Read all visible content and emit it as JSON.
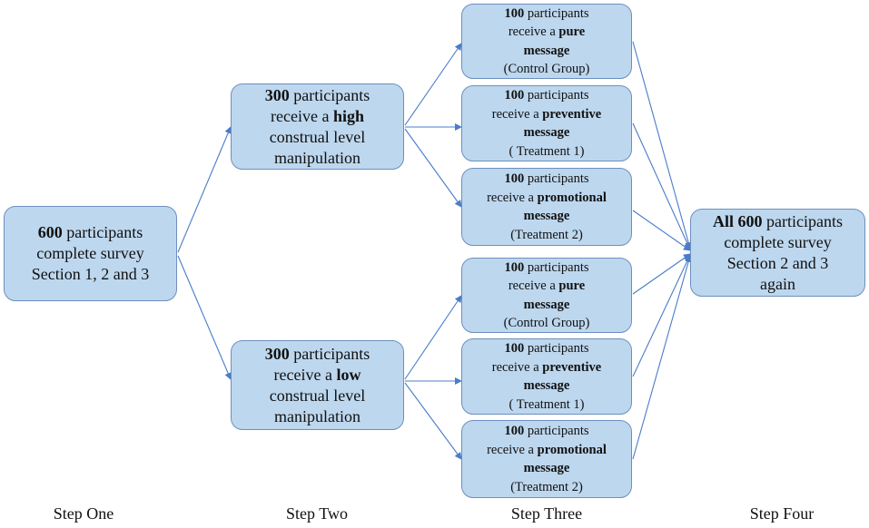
{
  "colors": {
    "box_fill": "#bdd7ee",
    "box_border": "#6d8fbf",
    "arrow": "#4a7cc9"
  },
  "step_one_box": {
    "count": "600",
    "line1_rest": " participants",
    "line2": "complete survey",
    "line3": "Section 1, 2 and 3"
  },
  "high_box": {
    "count": "300",
    "line1_rest": " participants",
    "line2_pre": "receive a ",
    "level": "high",
    "line3": "construal level",
    "line4": "manipulation"
  },
  "low_box": {
    "count": "300",
    "line1_rest": " participants",
    "line2_pre": "receive a ",
    "level": "low",
    "line3": "construal level",
    "line4": "manipulation"
  },
  "upper_groups": [
    {
      "count": "100",
      "rest": " participants",
      "pre": "receive a ",
      "kind": "pure",
      "word": "message",
      "group": "(Control Group)"
    },
    {
      "count": "100",
      "rest": " participants",
      "pre": "receive a ",
      "kind": "preventive",
      "word": "message",
      "group": "( Treatment 1)"
    },
    {
      "count": "100",
      "rest": " participants",
      "pre": "receive a ",
      "kind": "promotional",
      "word": "message",
      "group": "(Treatment 2)"
    }
  ],
  "lower_groups": [
    {
      "count": "100",
      "rest": " participants",
      "pre": "receive a ",
      "kind": "pure",
      "word": "message",
      "group": "(Control Group)"
    },
    {
      "count": "100",
      "rest": " participants",
      "pre": "receive a ",
      "kind": "preventive",
      "word": "message",
      "group": "( Treatment 1)"
    },
    {
      "count": "100",
      "rest": " participants",
      "pre": "receive a ",
      "kind": "promotional",
      "word": "message",
      "group": "(Treatment 2)"
    }
  ],
  "final_box": {
    "bold": "All 600",
    "line1_rest": " participants",
    "line2": "complete survey",
    "line3": "Section 2 and 3",
    "line4": "again"
  },
  "steps": [
    "Step One",
    "Step Two",
    "Step Three",
    "Step Four"
  ]
}
